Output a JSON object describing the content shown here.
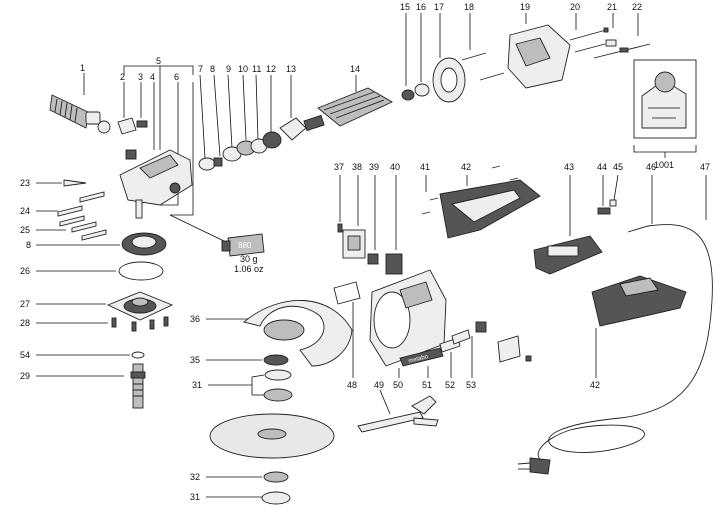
{
  "callouts": {
    "c1": "1",
    "c2": "2",
    "c3": "3",
    "c4": "4",
    "c5": "5",
    "c6": "6",
    "c7": "7",
    "c8": "8",
    "c9": "9",
    "c10": "10",
    "c11": "11",
    "c12": "12",
    "c13": "13",
    "c14": "14",
    "c15": "15",
    "c16": "16",
    "c17": "17",
    "c18": "18",
    "c19": "19",
    "c20": "20",
    "c21": "21",
    "c22": "22",
    "c23": "23",
    "c24": "24",
    "c25": "25",
    "c8b": "8",
    "c26": "26",
    "c27": "27",
    "c28": "28",
    "c54": "54",
    "c29": "29",
    "c36": "36",
    "c35": "35",
    "c31a": "31",
    "c32": "32",
    "c31b": "31",
    "c37": "37",
    "c38": "38",
    "c39": "39",
    "c40": "40",
    "c41": "41",
    "c42a": "42",
    "c43": "43",
    "c44": "44",
    "c45": "45",
    "c46": "46",
    "c47": "47",
    "c1001": "1001",
    "c48": "48",
    "c49": "49",
    "c50": "50",
    "c51": "51",
    "c52": "52",
    "c53": "53",
    "c42b": "42"
  },
  "grease": {
    "tube_label": "880",
    "weight_g": "30 g",
    "weight_oz": "1.06 oz"
  },
  "brand_label": "metabo"
}
